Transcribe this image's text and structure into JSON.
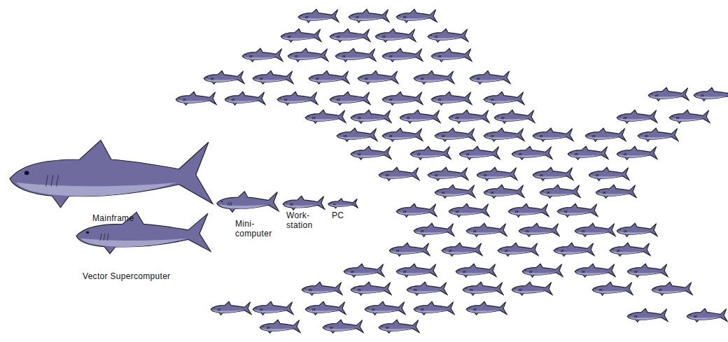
{
  "diagram": {
    "labels": [
      "Mainframe",
      "Vector Supercomputer",
      "Mini- computer",
      "Work- station",
      "PC"
    ]
  }
}
